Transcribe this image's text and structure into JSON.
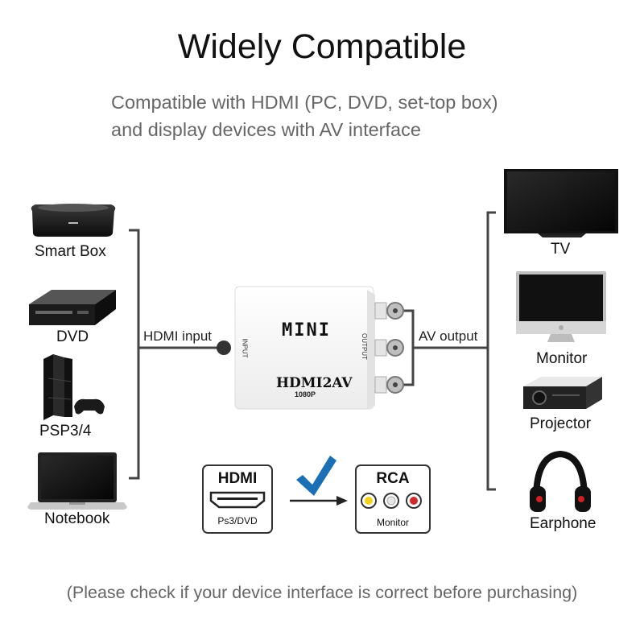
{
  "title": "Widely Compatible",
  "subtitle": {
    "line1": "Compatible with HDMI (PC, DVD, set-top box)",
    "line2": "and display devices with AV interface"
  },
  "input_devices": [
    {
      "label": "Smart Box",
      "icon": "smart-box-icon"
    },
    {
      "label": "DVD",
      "icon": "dvd-player-icon"
    },
    {
      "label": "PSP3/4",
      "icon": "game-console-icon"
    },
    {
      "label": "Notebook",
      "icon": "laptop-icon"
    }
  ],
  "output_devices": [
    {
      "label": "TV",
      "icon": "tv-icon"
    },
    {
      "label": "Monitor",
      "icon": "monitor-icon"
    },
    {
      "label": "Projector",
      "icon": "projector-icon"
    },
    {
      "label": "Earphone",
      "icon": "headphones-icon"
    }
  ],
  "connections": {
    "input_label": "HDMI input",
    "output_label": "AV output"
  },
  "converter": {
    "brand": "MINI",
    "model": "HDMI2AV",
    "resolution": "1080P",
    "input_port_label": "INPUT",
    "output_port_label": "OUTPUT"
  },
  "conversion": {
    "from_title": "HDMI",
    "from_sub": "Ps3/DVD",
    "to_title": "RCA",
    "to_sub": "Monitor"
  },
  "footer": "(Please check if your device interface is correct before purchasing)",
  "colors": {
    "line": "#444444",
    "check": "#1a6fb5",
    "rca_yellow": "#f2d21b",
    "rca_white": "#e6e6e6",
    "rca_red": "#d22a2a"
  }
}
